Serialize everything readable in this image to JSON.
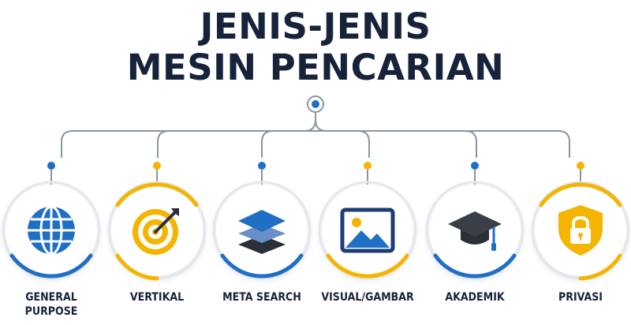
{
  "title": {
    "line1": "JENIS-JENIS",
    "line2": "MESIN PENCARIAN"
  },
  "colors": {
    "navy": "#17233a",
    "blue": "#1f6fc5",
    "yellow": "#f5b400",
    "line": "#8a96a6"
  },
  "items": [
    {
      "label": "GENERAL PURPOSE",
      "line1": "GENERAL",
      "line2": "PURPOSE",
      "icon": "globe-icon",
      "accent": "blue"
    },
    {
      "label": "VERTIKAL",
      "line1": "VERTIKAL",
      "line2": "",
      "icon": "target-arrow-icon",
      "accent": "yellow"
    },
    {
      "label": "META SEARCH",
      "line1": "META SEARCH",
      "line2": "",
      "icon": "layers-icon",
      "accent": "blue"
    },
    {
      "label": "VISUAL/GAMBAR",
      "line1": "VISUAL/GAMBAR",
      "line2": "",
      "icon": "image-icon",
      "accent": "yellow"
    },
    {
      "label": "AKADEMIK",
      "line1": "AKADEMIK",
      "line2": "",
      "icon": "graduation-cap-icon",
      "accent": "blue"
    },
    {
      "label": "PRIVASI",
      "line1": "PRIVASI",
      "line2": "",
      "icon": "shield-lock-icon",
      "accent": "yellow"
    }
  ]
}
